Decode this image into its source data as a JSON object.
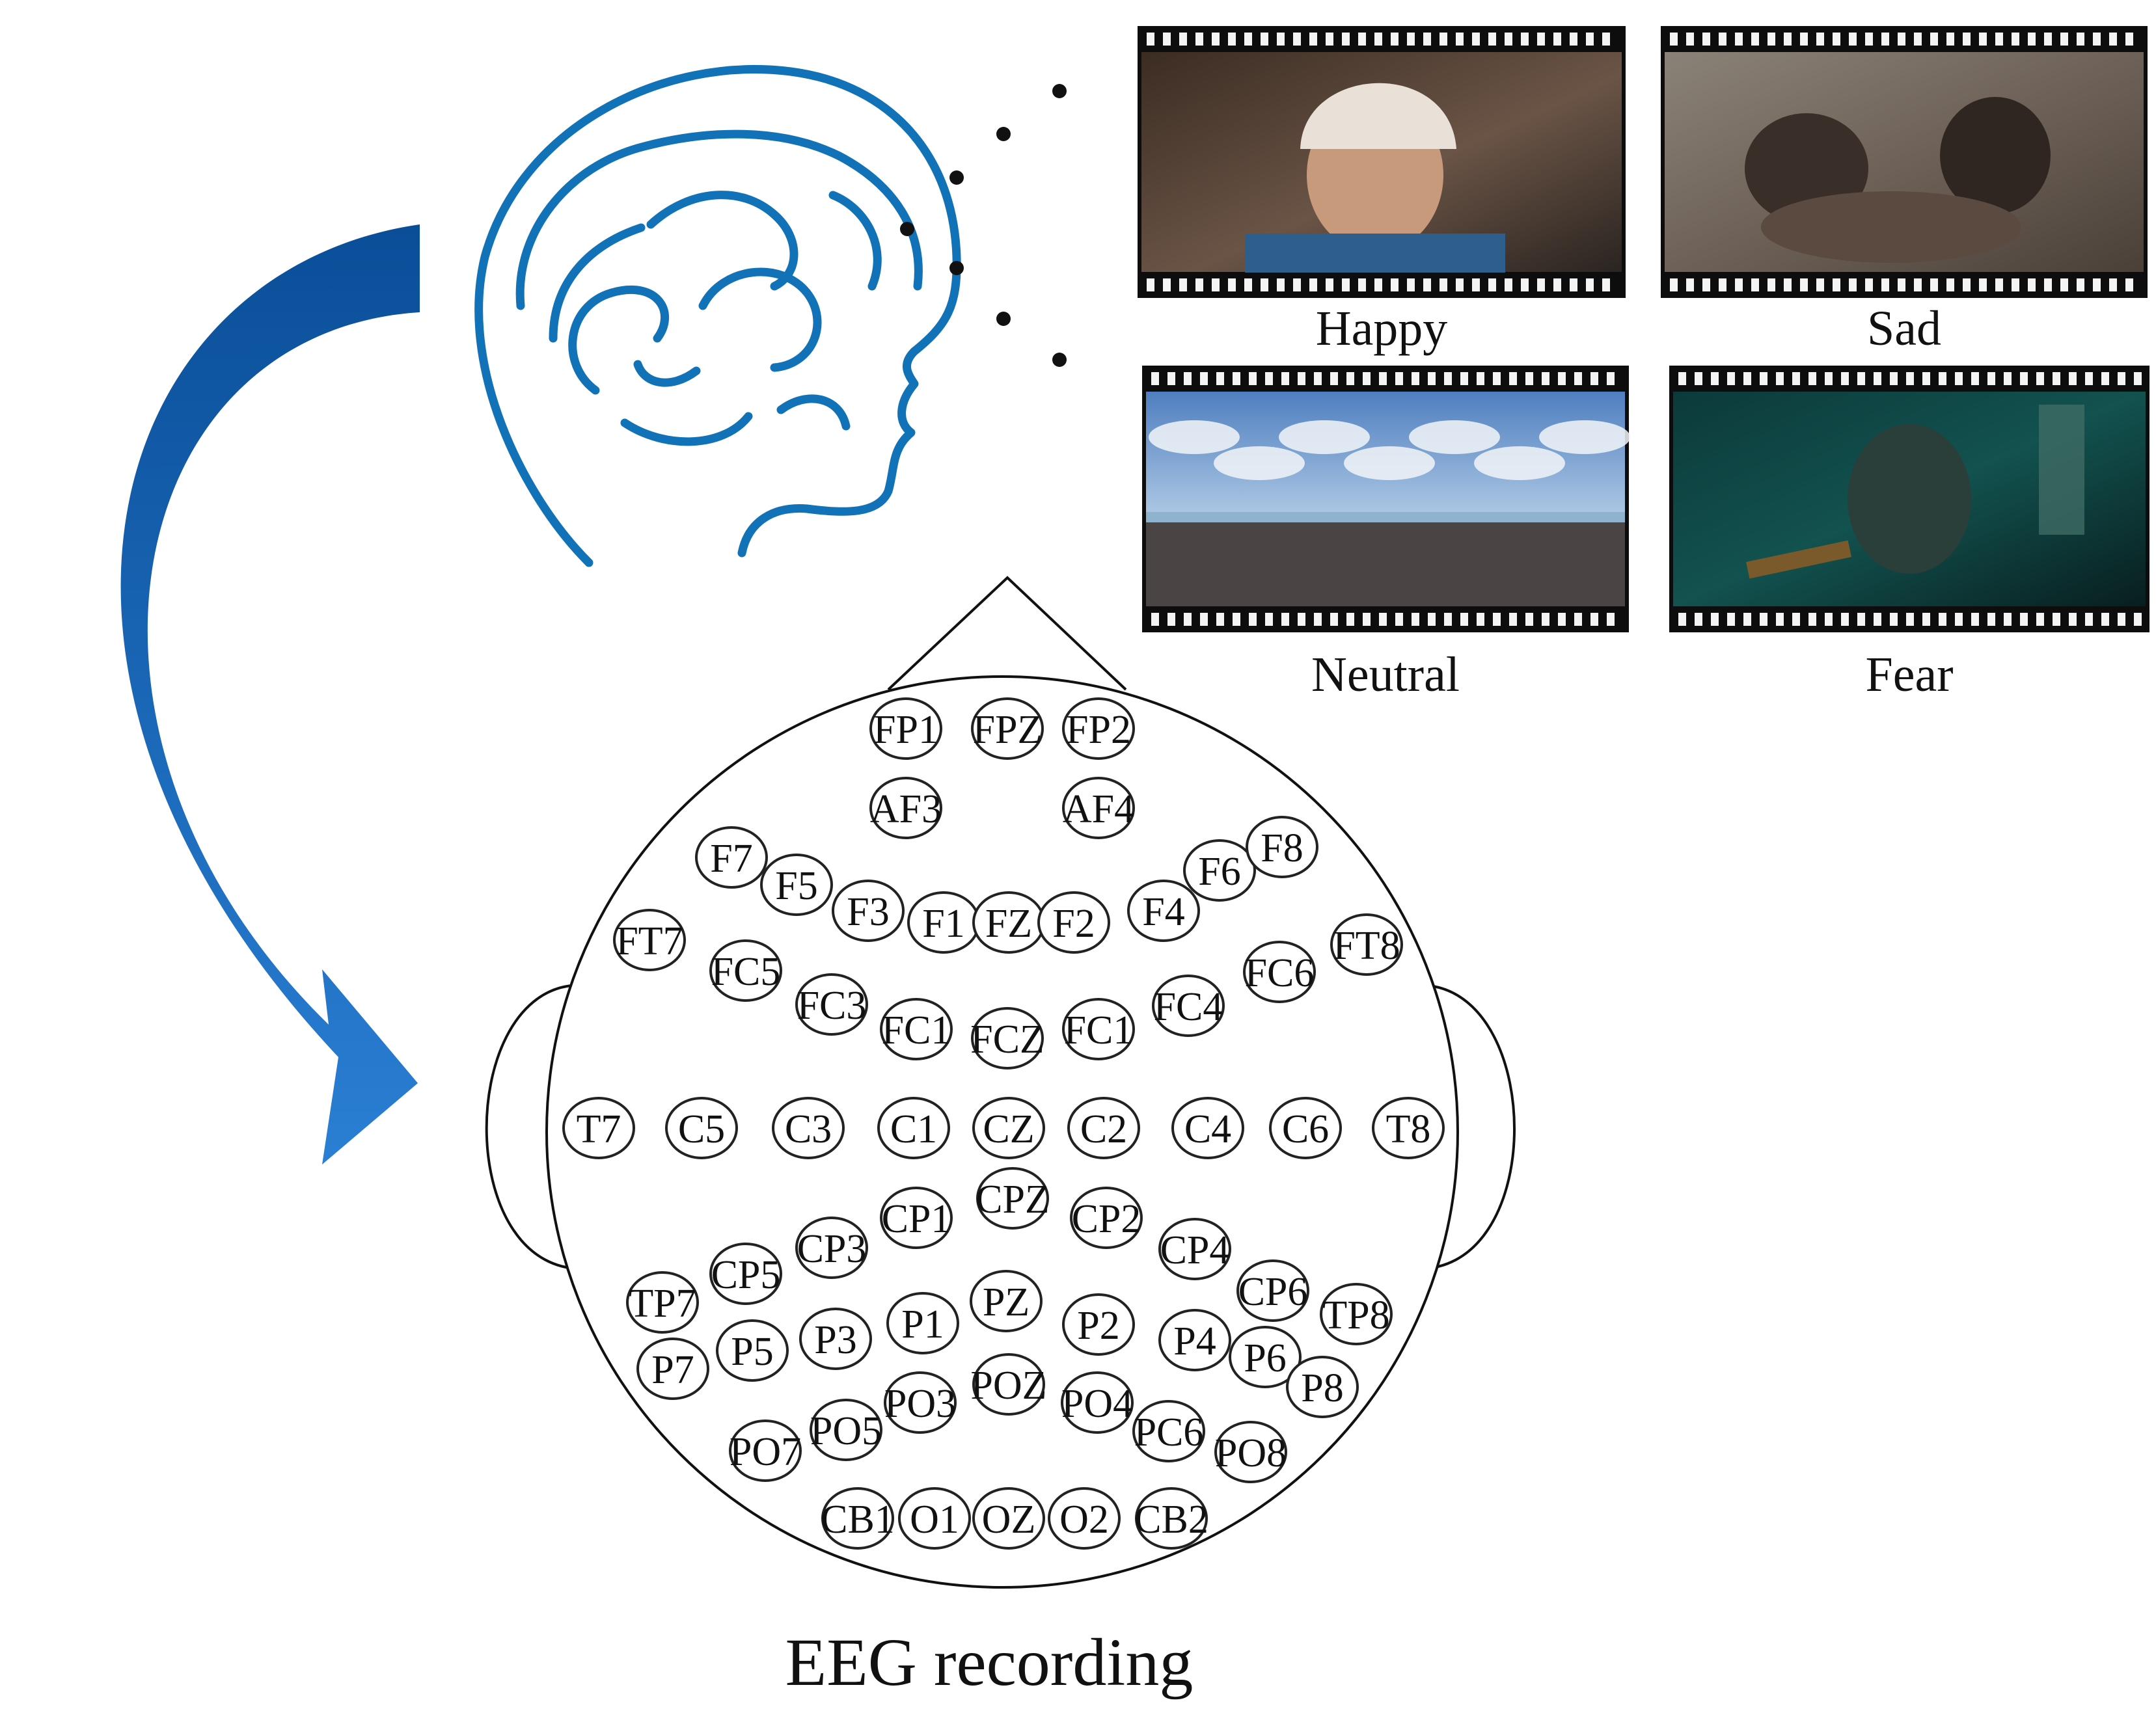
{
  "colors": {
    "arrow_dark": "#0a4e98",
    "arrow_light": "#2a7fd4",
    "head_line": "#1172b8",
    "electrode_stroke": "#222222"
  },
  "icons": {
    "head": "brain-head-outline-icon",
    "arrow": "curved-arrow-icon"
  },
  "stimuli": [
    {
      "label": "Happy"
    },
    {
      "label": "Sad"
    },
    {
      "label": "Neutral"
    },
    {
      "label": "Fear"
    }
  ],
  "electrodes": [
    "FP1",
    "FPZ",
    "FP2",
    "AF3",
    "AF4",
    "F7",
    "F5",
    "F3",
    "F1",
    "FZ",
    "F2",
    "F4",
    "F6",
    "F8",
    "FT7",
    "FC5",
    "FC3",
    "FC1",
    "FCZ",
    "FC1",
    "FC4",
    "FC6",
    "FT8",
    "T7",
    "C5",
    "C3",
    "C1",
    "CZ",
    "C2",
    "C4",
    "C6",
    "T8",
    "CPZ",
    "CP1",
    "CP2",
    "CP3",
    "CP4",
    "CP5",
    "CP6",
    "TP7",
    "TP8",
    "PZ",
    "P1",
    "P2",
    "P3",
    "P4",
    "P5",
    "P6",
    "P7",
    "P8",
    "POZ",
    "PO3",
    "PO4",
    "PO5",
    "PC6",
    "PO7",
    "PO8",
    "CB1",
    "O1",
    "OZ",
    "O2",
    "CB2"
  ],
  "caption": "EEG recording"
}
